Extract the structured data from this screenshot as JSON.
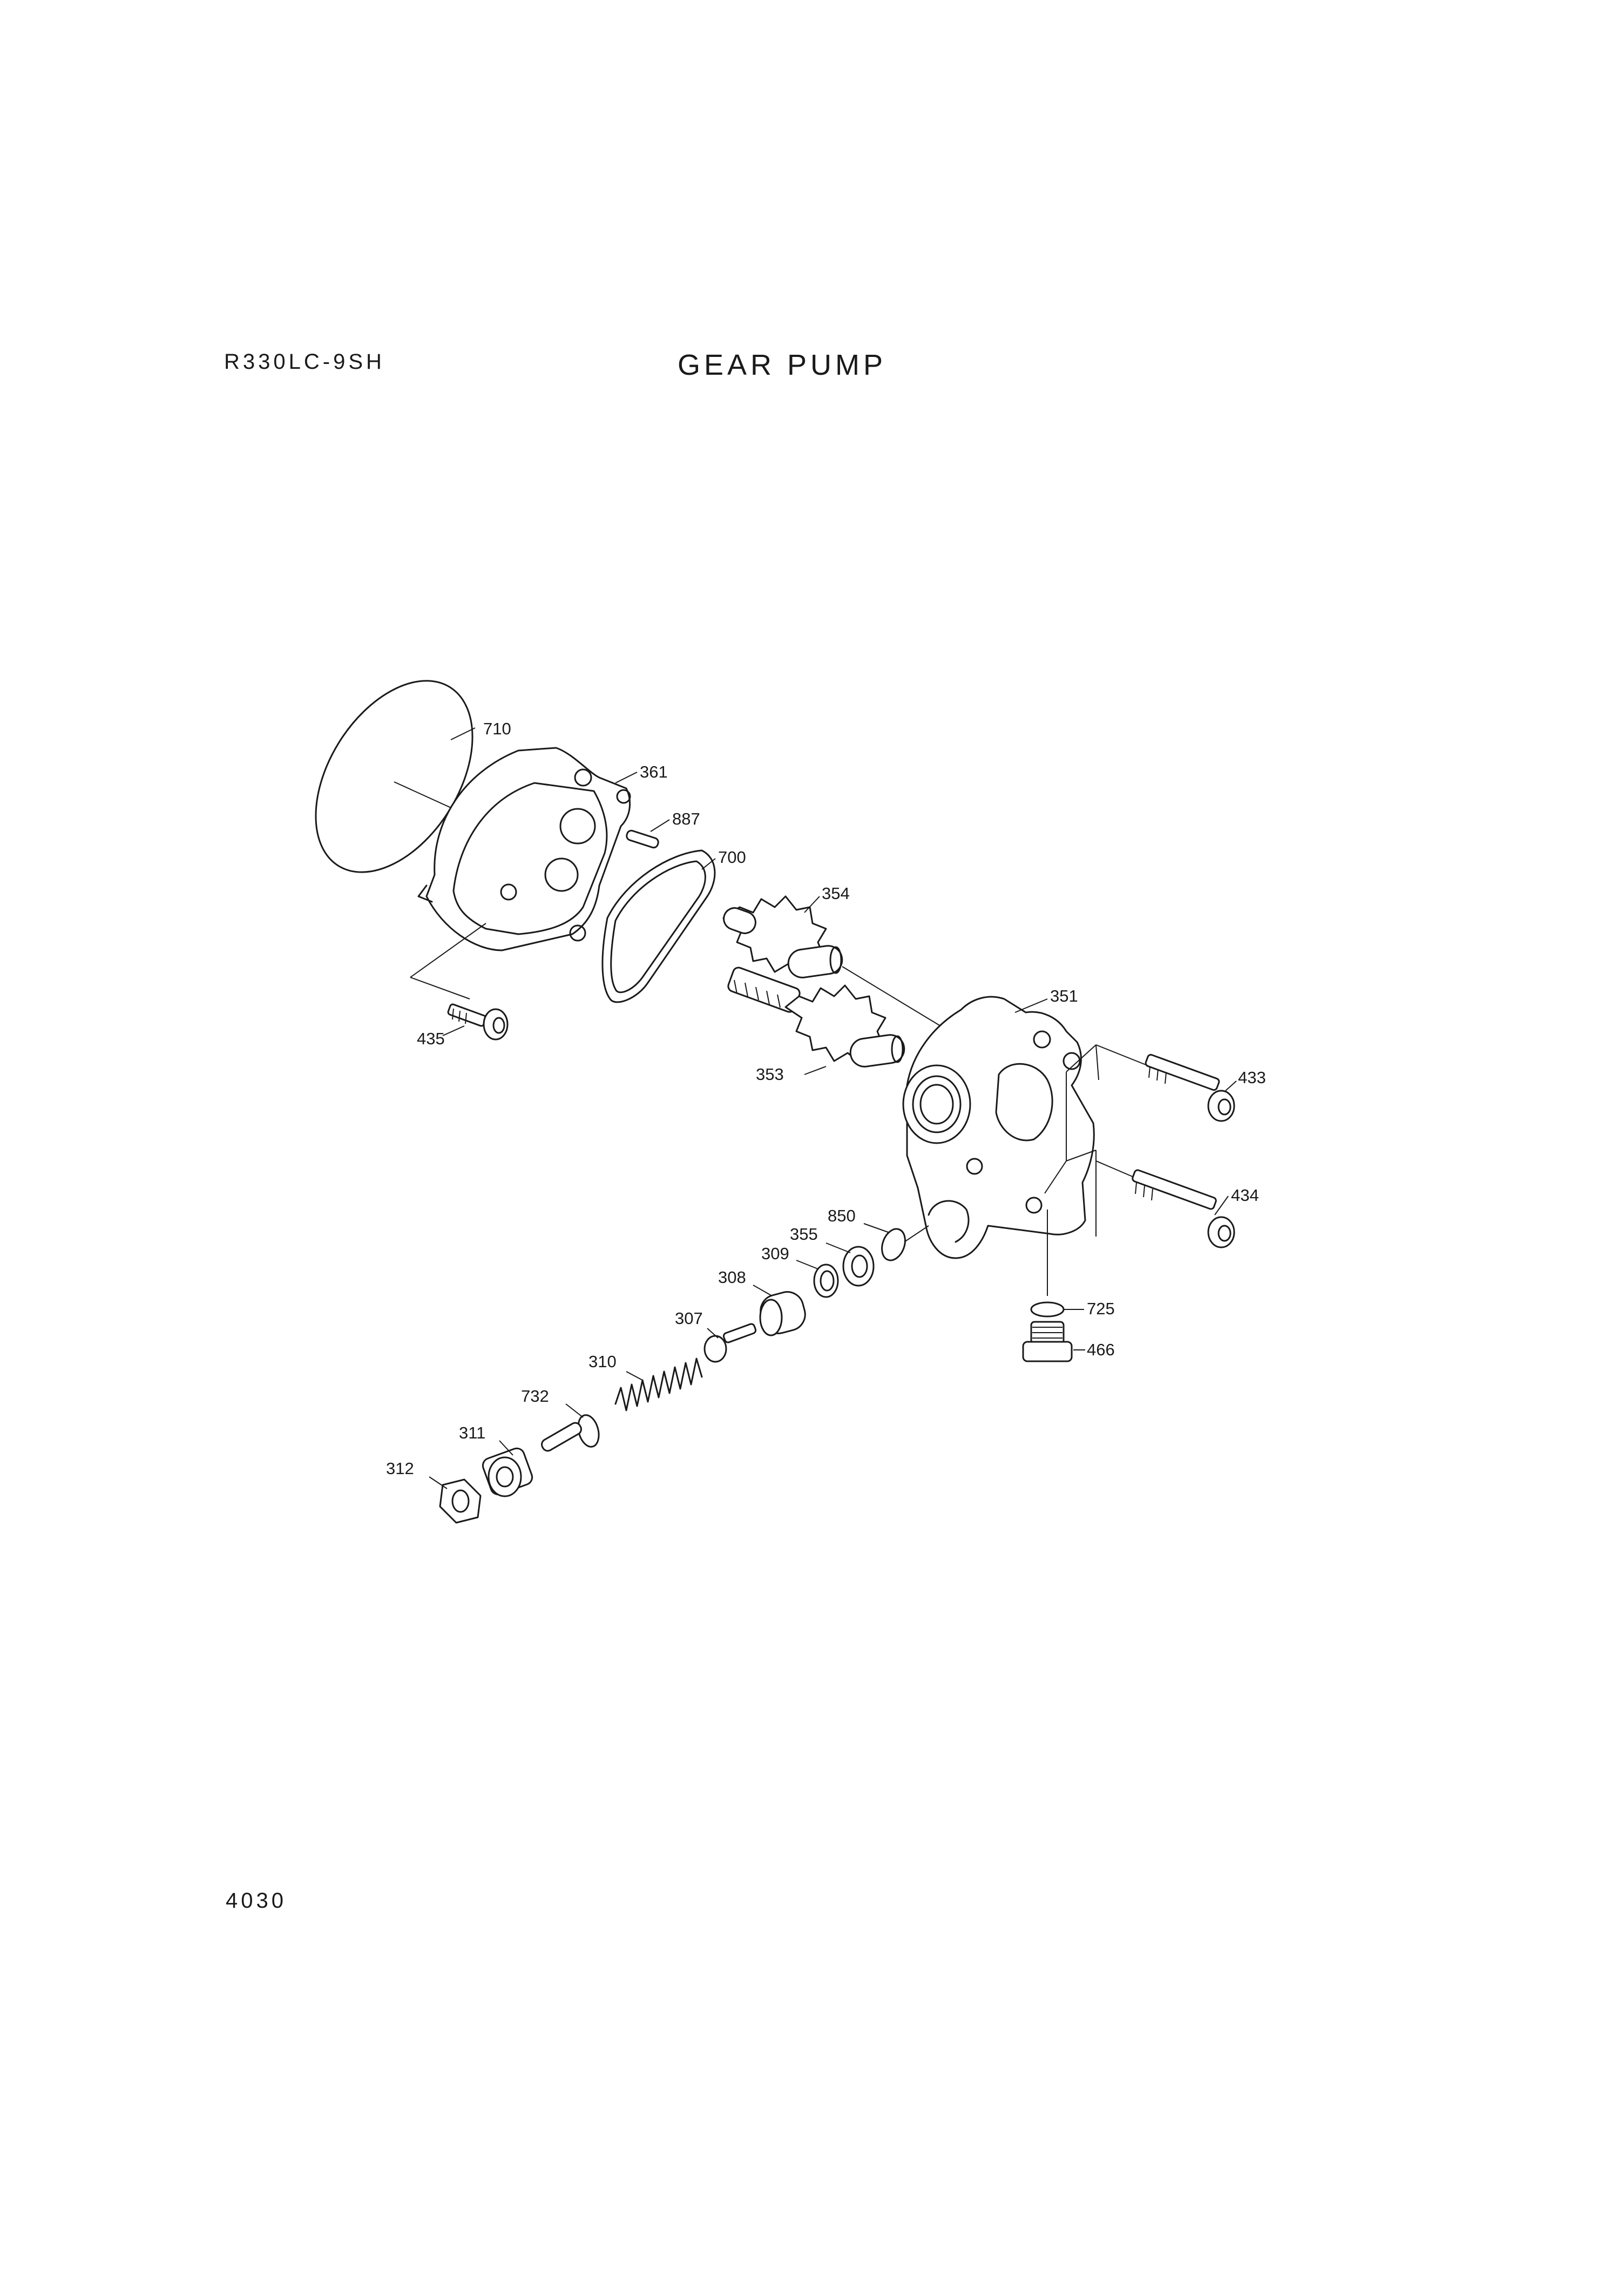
{
  "header": {
    "model": "R330LC-9SH",
    "title": "GEAR PUMP"
  },
  "footer": {
    "page_number": "4030"
  },
  "callouts": [
    {
      "id": "710",
      "label": "710"
    },
    {
      "id": "361",
      "label": "361"
    },
    {
      "id": "887",
      "label": "887"
    },
    {
      "id": "700",
      "label": "700"
    },
    {
      "id": "354",
      "label": "354"
    },
    {
      "id": "351",
      "label": "351"
    },
    {
      "id": "435",
      "label": "435"
    },
    {
      "id": "433",
      "label": "433"
    },
    {
      "id": "353",
      "label": "353"
    },
    {
      "id": "434",
      "label": "434"
    },
    {
      "id": "850",
      "label": "850"
    },
    {
      "id": "355",
      "label": "355"
    },
    {
      "id": "309",
      "label": "309"
    },
    {
      "id": "308",
      "label": "308"
    },
    {
      "id": "725",
      "label": "725"
    },
    {
      "id": "307",
      "label": "307"
    },
    {
      "id": "466",
      "label": "466"
    },
    {
      "id": "310",
      "label": "310"
    },
    {
      "id": "732",
      "label": "732"
    },
    {
      "id": "311",
      "label": "311"
    },
    {
      "id": "312",
      "label": "312"
    }
  ]
}
